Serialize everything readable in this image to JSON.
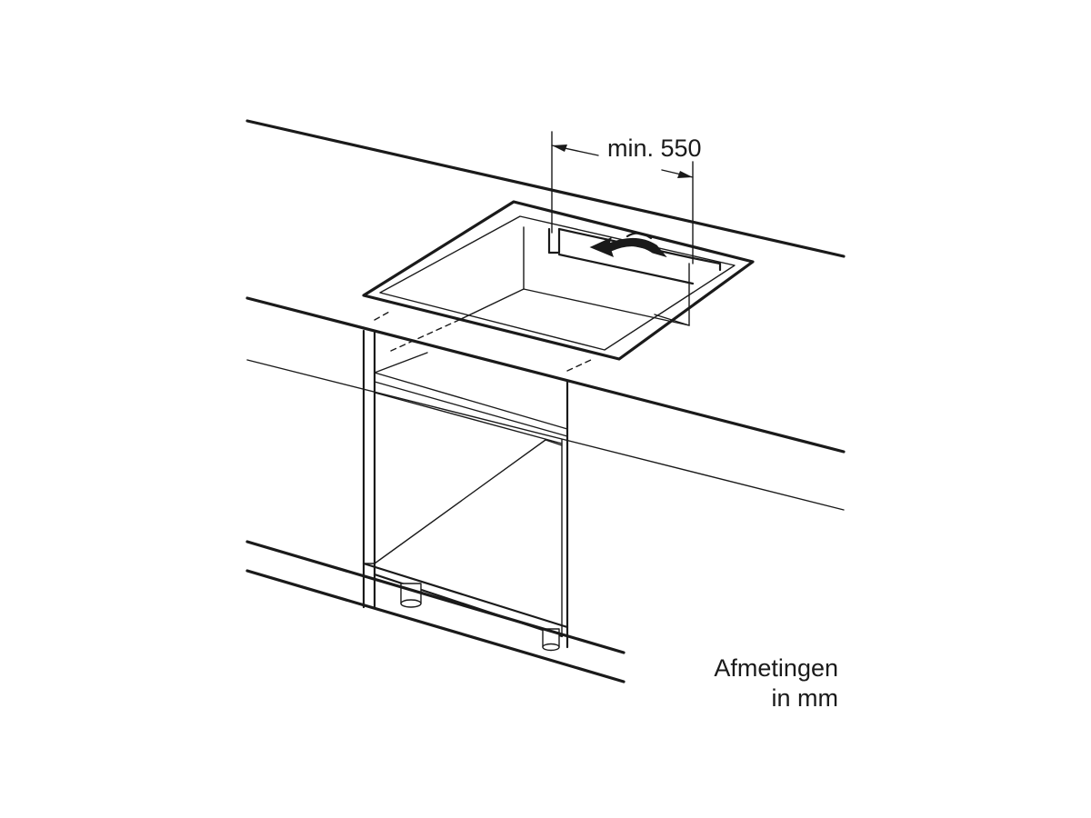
{
  "dimension": {
    "label": "min. 550"
  },
  "note": {
    "line1": "Afmetingen",
    "line2": "in mm"
  },
  "colors": {
    "line": "#1a1a1a",
    "background": "#ffffff"
  }
}
